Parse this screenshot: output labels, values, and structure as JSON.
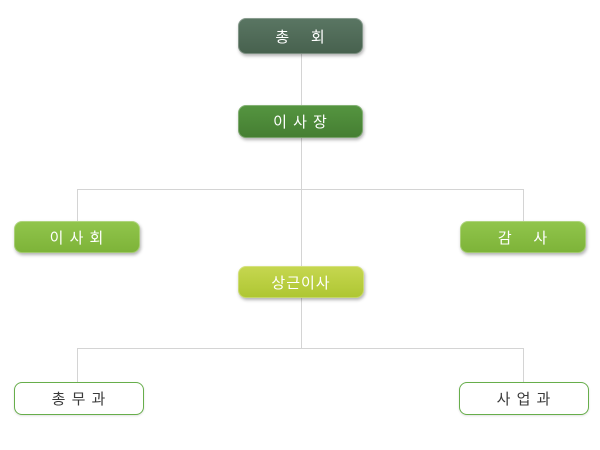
{
  "diagram": {
    "type": "org-chart",
    "background": "#ffffff",
    "connector_color": "#d4d4d4",
    "nodes": {
      "general_assembly": {
        "label": "총    회",
        "level": 1,
        "bg": "#4f6b57",
        "text_color": "#ffffff"
      },
      "chairman": {
        "label": "이 사 장",
        "level": 2,
        "bg": "#4d8a39",
        "text_color": "#ffffff"
      },
      "board_of_directors": {
        "label": "이 사 회",
        "level": 3,
        "bg": "#86bc41",
        "text_color": "#ffffff"
      },
      "auditor": {
        "label": "감    사",
        "level": 3,
        "bg": "#86bc41",
        "text_color": "#ffffff"
      },
      "executive_director": {
        "label": "상근이사",
        "level": 3,
        "bg": "#b9cd3d",
        "text_color": "#ffffff"
      },
      "general_affairs_dept": {
        "label": "총 무 과",
        "level": 4,
        "bg": "#ffffff",
        "border": "#67ae4b",
        "text_color": "#3a3a3a"
      },
      "business_dept": {
        "label": "사 업 과",
        "level": 4,
        "bg": "#ffffff",
        "border": "#67ae4b",
        "text_color": "#3a3a3a"
      }
    },
    "edges": [
      [
        "general_assembly",
        "chairman"
      ],
      [
        "chairman",
        "board_of_directors"
      ],
      [
        "chairman",
        "auditor"
      ],
      [
        "chairman",
        "executive_director"
      ],
      [
        "executive_director",
        "general_affairs_dept"
      ],
      [
        "executive_director",
        "business_dept"
      ]
    ]
  }
}
